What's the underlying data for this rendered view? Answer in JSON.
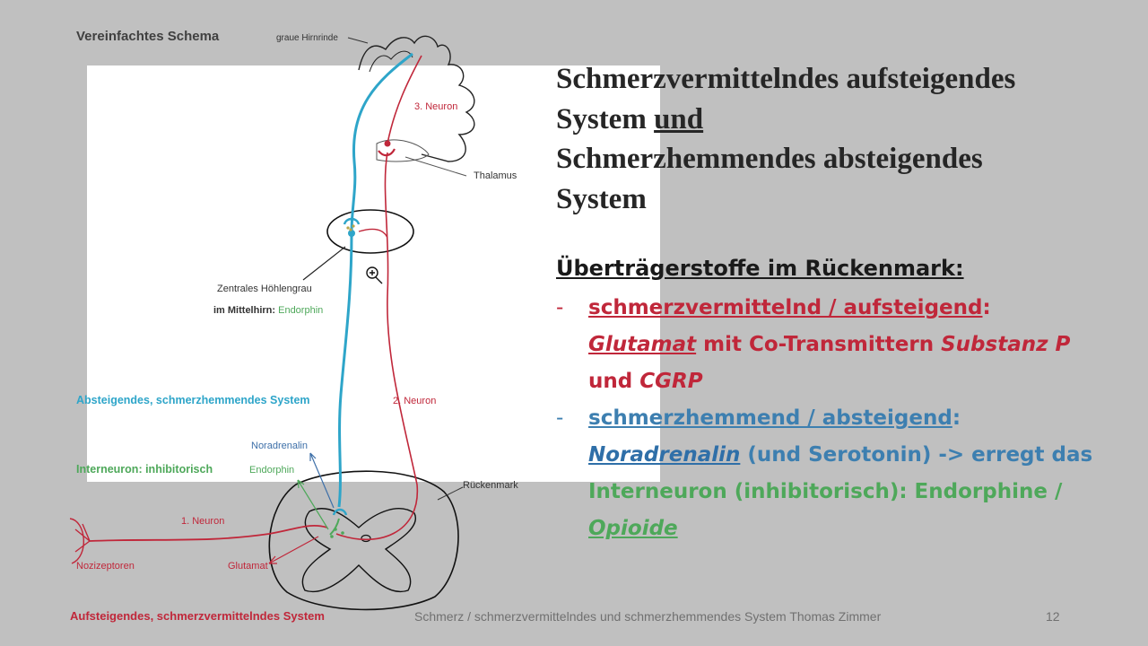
{
  "diagram": {
    "title": "Vereinfachtes Schema",
    "labels": {
      "cortex": "graue Hirnrinde",
      "neuron3": "3. Neuron",
      "thalamus": "Thalamus",
      "pag_line1": "Zentrales Höhlengrau",
      "pag_line2_prefix": "im Mittelhirn: ",
      "pag_line2_endorphin": "Endorphin",
      "descending_system": "Absteigendes, schmerzhemmendes System",
      "neuron2": "2. Neuron",
      "noradrenalin": "Noradrenalin",
      "interneuron": "Interneuron: inhibitorisch",
      "endorphin": "Endorphin",
      "spinal_cord": "Rückenmark",
      "neuron1": "1. Neuron",
      "nociceptors": "Nozizeptoren",
      "glutamate": "Glutamat"
    },
    "colors": {
      "ascending": "#c0273a",
      "descending": "#2ea5c9",
      "inhibitory": "#4ea85a",
      "outline": "#222222"
    }
  },
  "title": {
    "line1": "Schmerzvermittelndes aufsteigendes",
    "line2_prefix": "System ",
    "line2_underlined": "und",
    "line3": "Schmerzhemmendes absteigendes",
    "line4": "System"
  },
  "transmitters": {
    "heading": "Überträgerstoffe im Rückenmark:",
    "bullet_mark": "-",
    "ascending": {
      "heading": "schmerzvermittelnd / aufsteigend",
      "colon": ":",
      "substance": "Glutamat",
      "text1": " mit Co-Transmittern ",
      "cotransmitter1": "Substanz P",
      "text2": "und ",
      "cotransmitter2": "CGRP"
    },
    "descending": {
      "heading": "schmerzhemmend / absteigend",
      "colon": ":",
      "substance": "Noradrenalin",
      "text1": " (und Serotonin) -> erregt das",
      "text2": "Interneuron (inhibitorisch): Endorphine /",
      "substance2": "Opioide"
    }
  },
  "footer": {
    "left": "Aufsteigendes, schmerzvermittelndes System",
    "center": "Schmerz / schmerzvermittelndes und schmerzhemmendes System    Thomas Zimmer",
    "page": "12"
  }
}
